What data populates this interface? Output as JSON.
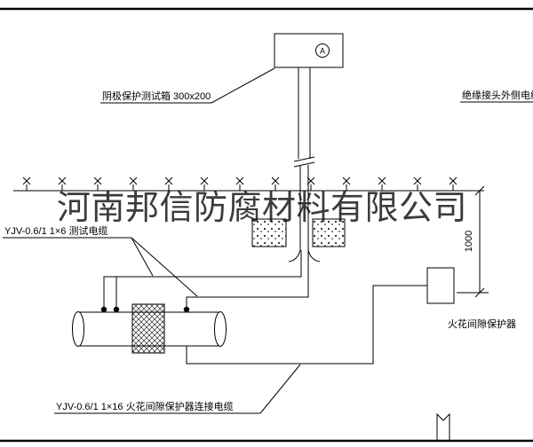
{
  "watermark": {
    "text": "河南邦信防腐材料有限公司"
  },
  "labels": {
    "test_box": "阴极保护测试箱 300x200",
    "outer_cable": "绝缘接头外侧电缆",
    "test_cable": "YJV-0.6/1 1×6  测试电缆",
    "spark_protector": "火花间隙保护器",
    "connection_cable": "YJV-0.6/1 1×16  火花间隙保护器连接电缆",
    "dimension_1000": "1000",
    "ammeter": "A"
  },
  "colors": {
    "line": "#000000",
    "watermark": "#161616",
    "background": "#ffffff"
  }
}
